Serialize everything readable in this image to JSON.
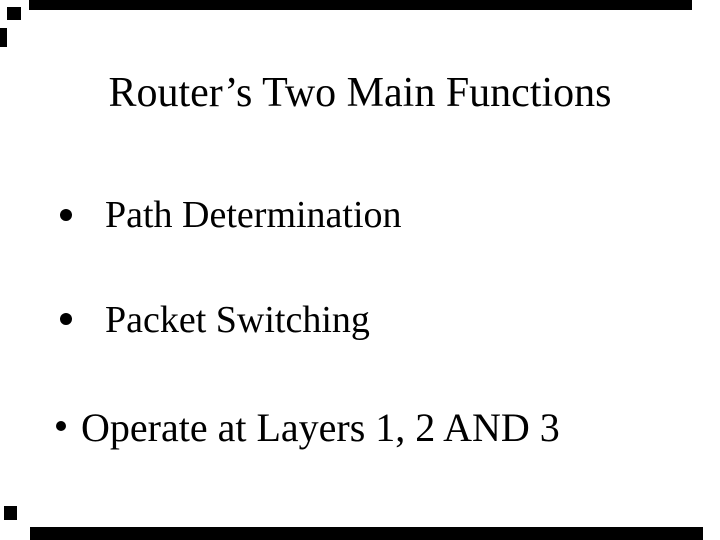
{
  "canvas": {
    "width": "720",
    "height": "540"
  },
  "colors": {
    "background": "#ffffff",
    "text": "#000000",
    "scan_artifact": "#000000"
  },
  "slide": {
    "title": "Router’s Two Main Functions",
    "bullet_icon": "•",
    "bullets": [
      "Path Determination",
      "Packet Switching",
      "Operate at Layers 1, 2 AND 3"
    ]
  }
}
